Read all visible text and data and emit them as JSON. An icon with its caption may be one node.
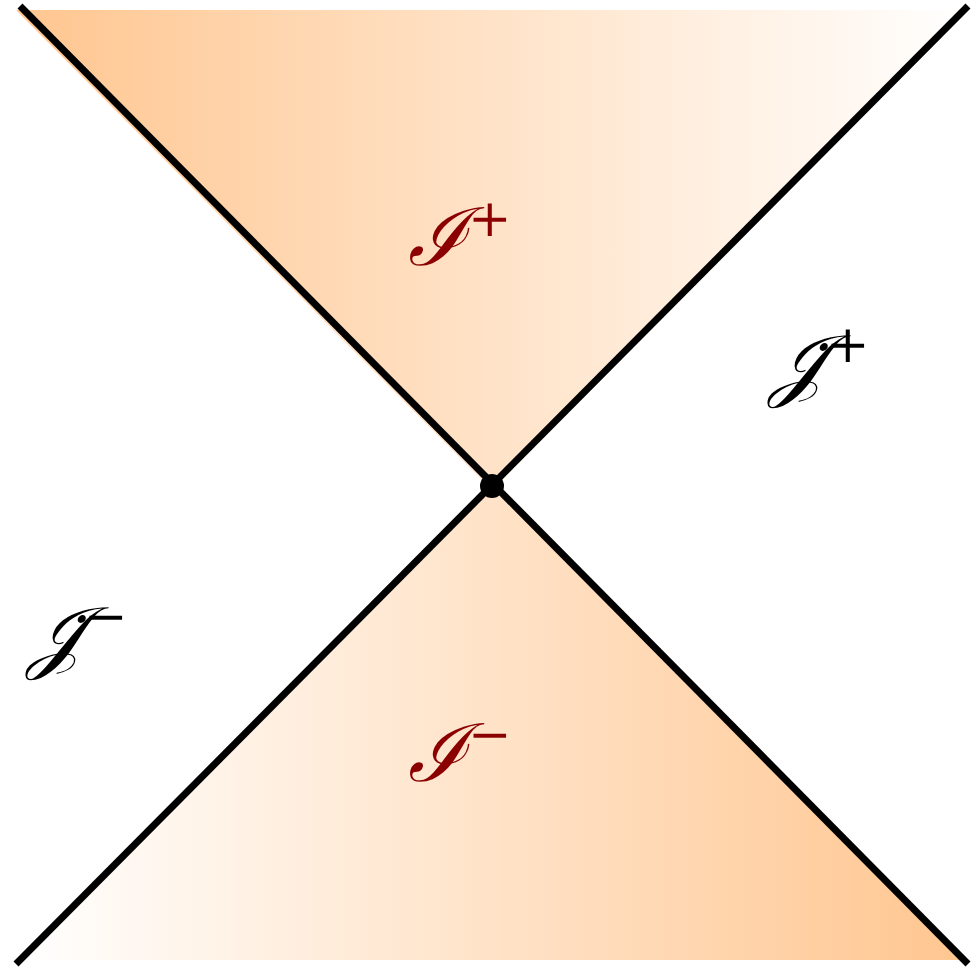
{
  "diagram": {
    "nodes": [
      {
        "text": [
          "ℐ$^{+}$"
        ]
      },
      {
        "text": [
          "ℐ$^{−}$"
        ]
      }
    ],
    "labels": [
      "𝒥̇$^{+}$",
      "𝒥̇$^{−}$"
    ]
  }
}
